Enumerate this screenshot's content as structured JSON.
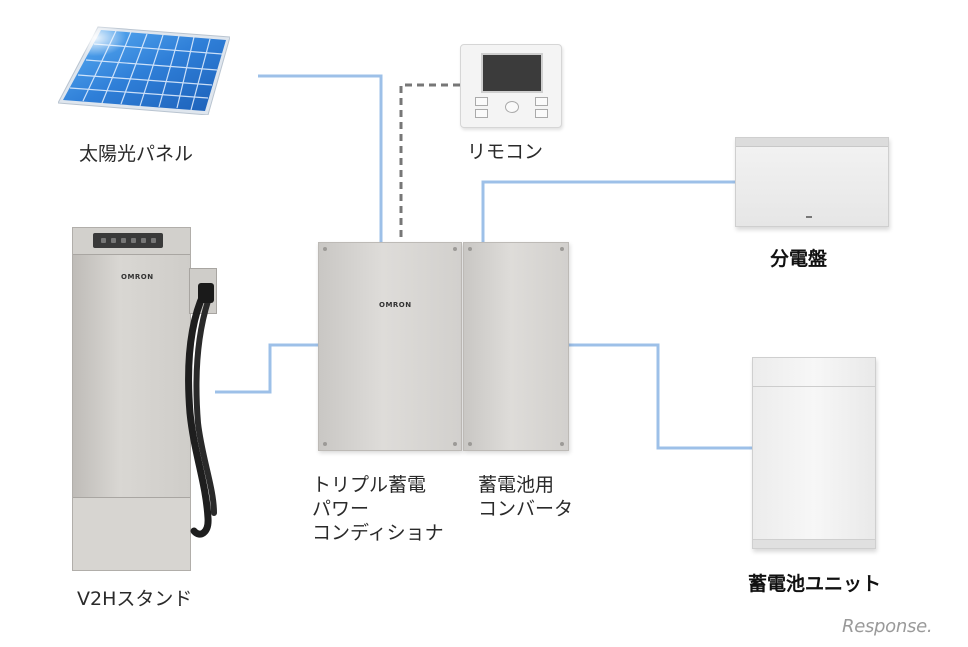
{
  "labels": {
    "solar_panel": "太陽光パネル",
    "remote": "リモコン",
    "distribution_board": "分電盤",
    "power_conditioner": [
      "トリプル蓄電",
      "パワー",
      "コンディショナ"
    ],
    "battery_converter": [
      "蓄電池用",
      "コンバータ"
    ],
    "v2h_stand": "V2Hスタンド",
    "battery_unit": "蓄電池ユニット"
  },
  "brand_marks": {
    "pcs": "OMRON",
    "v2h": "OMRON"
  },
  "watermark": "Response.",
  "colors": {
    "power_line": "#9dc0e8",
    "signal_line": "#777777",
    "solar_cell": "#2f7fd8"
  }
}
